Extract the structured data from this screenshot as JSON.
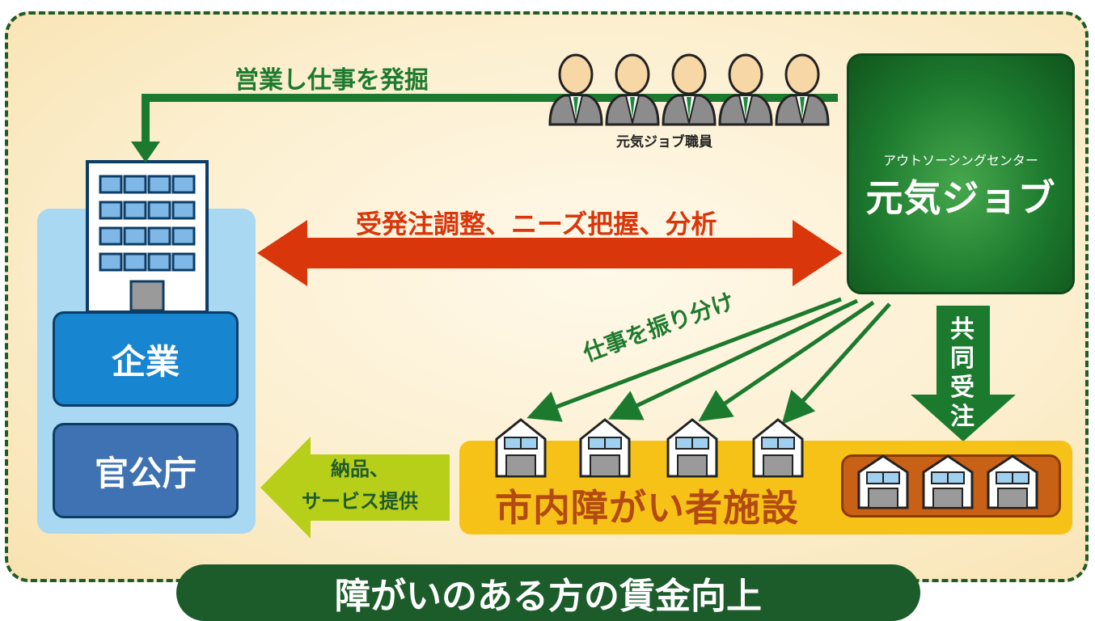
{
  "nodes": {
    "kigyo": "企業",
    "kankocho": "官公庁",
    "center_subtitle": "アウトソーシングセンター",
    "center_title": "元気ジョブ",
    "staff_label": "元気ジョブ職員",
    "facility_title": "市内障がい者施設"
  },
  "edges": {
    "sales": "営業し仕事を発掘",
    "coordination": "受発注調整、ニーズ把握、分析",
    "distribute": "仕事を振り分け",
    "joint_order": [
      "共",
      "同",
      "受",
      "注"
    ],
    "deliver_line1": "納品、",
    "deliver_line2": "サービス提供"
  },
  "banner": "障がいのある方の賃金向上",
  "colors": {
    "dark_green": "#1e5b2a",
    "red_arrow": "#d9360b",
    "facility_yellow": "#f7c217",
    "facility_text": "#b34a12",
    "client_blue": "#1785d0",
    "gov_blue": "#3f72b3"
  },
  "icons": {
    "staff": "person-icon",
    "building": "office-building-icon",
    "facility": "house-icon"
  }
}
